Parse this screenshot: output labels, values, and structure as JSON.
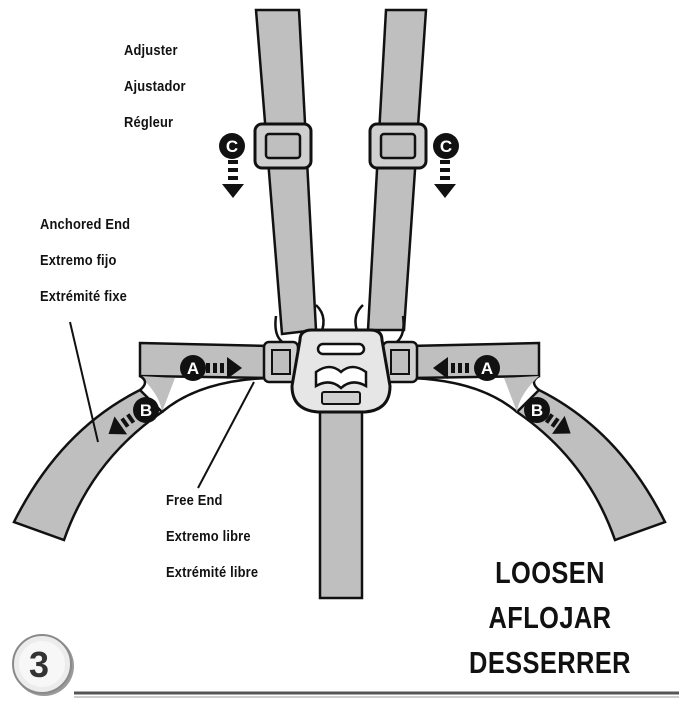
{
  "labels": {
    "adjuster": [
      "Adjuster",
      "Ajustador",
      "Régleur"
    ],
    "anchored_end": [
      "Anchored End",
      "Extremo fijo",
      "Extrémité fixe"
    ],
    "free_end": [
      "Free End",
      "Extremo libre",
      "Extrémité libre"
    ]
  },
  "markers": {
    "a": "A",
    "b": "B",
    "c": "C"
  },
  "action": [
    "LOOSEN",
    "AFLOJAR",
    "DESSERRER"
  ],
  "step_number": "3",
  "colors": {
    "strap": "#bfbfbf",
    "strap_stroke": "#111111",
    "ink": "#111111",
    "marker_fill": "#111111",
    "marker_text": "#ffffff",
    "step_circle": "#dcdcdc"
  }
}
